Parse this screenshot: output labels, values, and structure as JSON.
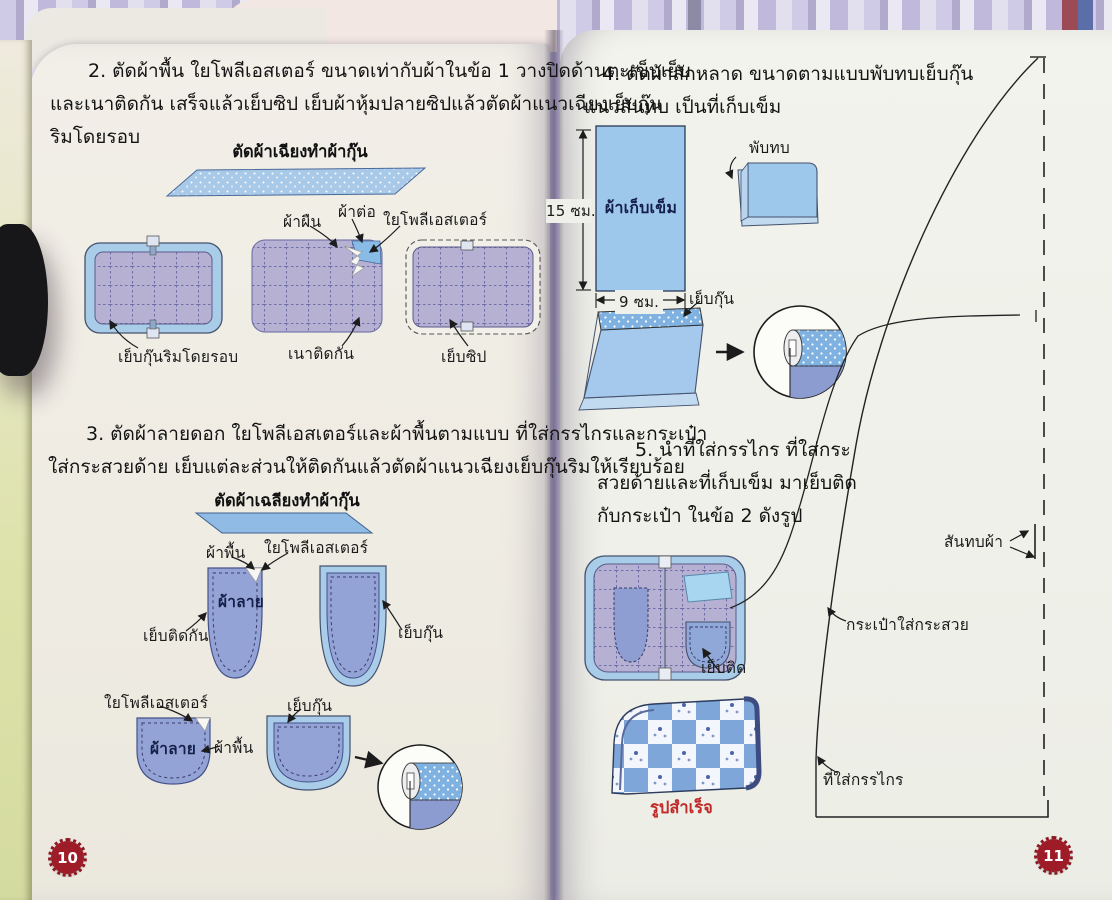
{
  "book": {
    "left_page": {
      "page_number": "10",
      "step2": {
        "lines": [
          "2. ตัดผ้าพื้น ใยโพลีเอสเตอร์ ขนาดเท่ากับผ้าในข้อ 1 วางปิดด้านตะเข็บเย็บ",
          "และเนาติดกัน เสร็จแล้วเย็บซิป เย็บผ้าหุ้มปลายซิปแล้วตัดผ้าแนวเฉียงเย็บกุ๊น",
          "ริมโดยรอบ"
        ]
      },
      "bias_diagram_1": {
        "title": "ตัดผ้าเฉียงทำผ้ากุ๊น",
        "labels": {
          "fabric_panel": "ผ้าผืน",
          "joined_fabric": "ผ้าต่อ",
          "polyester": "ใยโพลีเอสเตอร์",
          "bind_around": "เย็บกุ๊นริมโดยรอบ",
          "baste_together": "เนาติดกัน",
          "sew_zipper": "เย็บซิป"
        }
      },
      "step3": {
        "lines": [
          "3. ตัดผ้าลายดอก ใยโพลีเอสเตอร์และผ้าพื้นตามแบบ ที่ใส่กรรไกรและกระเป๋า",
          "ใส่กระสวยด้าย เย็บแต่ละส่วนให้ติดกันแล้วตัดผ้าแนวเฉียงเย็บกุ๊นริมให้เรียบร้อย"
        ]
      },
      "bias_diagram_2": {
        "title": "ตัดผ้าเฉลียงทำผ้ากุ๊น",
        "labels": {
          "base_fabric": "ผ้าพื้น",
          "polyester": "ใยโพลีเอสเตอร์",
          "print_fabric": "ผ้าลาย",
          "sew_together": "เย็บติดกัน",
          "bind_edge": "เย็บกุ๊น"
        }
      },
      "pocket_diagram": {
        "labels": {
          "polyester": "ใยโพลีเอสเตอร์",
          "print_fabric": "ผ้าลาย",
          "base_fabric": "ผ้าพื้น",
          "bind_edge": "เย็บกุ๊น"
        }
      }
    },
    "right_page": {
      "page_number": "11",
      "step4": {
        "lines": [
          "4. ตัดผ้าสักหลาด ขนาดตามแบบพับทบเย็บกุ๊น",
          "แนวสันทบ เป็นที่เก็บเข็ม"
        ]
      },
      "needle_keeper_diagram": {
        "height_label": "15 ซม.",
        "width_label": "9 ซม.",
        "fabric_label": "ผ้าเก็บเข็ม",
        "fold_label": "พับทบ",
        "bind_label": "เย็บกุ๊น"
      },
      "step5": {
        "lines": [
          "5. นำที่ใส่กรรไกร ที่ใส่กระ",
          "สวยด้ายและที่เก็บเข็ม มาเย็บติด",
          "กับกระเป๋า ในข้อ 2 ดังรูป"
        ]
      },
      "case_diagram": {
        "sew_attach_label": "เย็บติด"
      },
      "finished": {
        "caption": "รูปสำเร็จ"
      },
      "pattern": {
        "fold_line_label": "สันทบผ้า",
        "bobbin_pocket_label": "กระเป๋าใส่กระสวย",
        "scissors_pocket_label": "ที่ใส่กรรไกร"
      }
    },
    "colors": {
      "badge_red": "#9e1b28",
      "caption_red": "#c22a2a",
      "fabric_blue": "#9ec7ec",
      "binding_blue": "#a9cce9",
      "quilt_lavender": "#b6b1d3"
    }
  }
}
